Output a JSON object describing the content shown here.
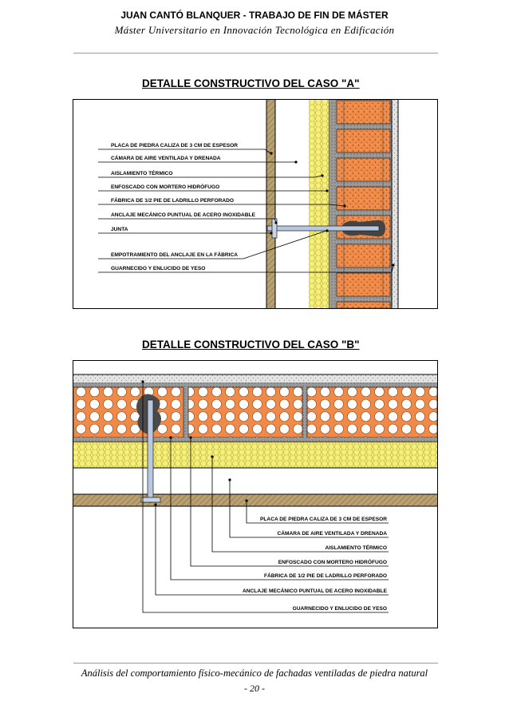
{
  "header": {
    "title": "JUAN CANTÓ BLANQUER - TRABAJO DE FIN DE MÁSTER",
    "subtitle": "Máster Universitario en Innovación Tecnológica en Edificación"
  },
  "detail_a": {
    "title": "DETALLE CONSTRUCTIVO DEL CASO \"A\"",
    "labels": [
      "PLACA DE PIEDRA CALIZA DE 3 CM DE ESPESOR",
      "CÁMARA DE AIRE VENTILADA Y DRENADA",
      "AISLAMIENTO TÉRMICO",
      "ENFOSCADO CON MORTERO HIDRÓFUGO",
      "FÁBRICA DE 1/2 PIE DE LADRILLO PERFORADO",
      "ANCLAJE MECÁNICO PUNTUAL DE ACERO INOXIDABLE",
      "JUNTA",
      "EMPOTRAMIENTO DEL ANCLAJE EN LA FÁBRICA",
      "GUARNECIDO Y ENLUCIDO DE YESO"
    ]
  },
  "detail_b": {
    "title": "DETALLE CONSTRUCTIVO DEL CASO \"B\"",
    "labels": [
      "PLACA DE PIEDRA CALIZA DE 3 CM DE ESPESOR",
      "CÁMARA DE AIRE VENTILADA Y DRENADA",
      "AISLAMIENTO TÉRMICO",
      "ENFOSCADO CON MORTERO HIDRÓFUGO",
      "FÁBRICA DE 1/2 PIE DE LADRILLO PERFORADO",
      "ANCLAJE MECÁNICO PUNTUAL DE ACERO INOXIDABLE",
      "GUARNECIDO Y ENLUCIDO DE YESO"
    ]
  },
  "footer": {
    "text": "Análisis del comportamiento físico-mecánico de fachadas ventiladas de piedra natural",
    "page": "- 20 -"
  },
  "colors": {
    "brick": "#f08a48",
    "mortar": "#8a8a8a",
    "insulation": "#f6f07a",
    "stone": "#b8a070",
    "plaster": "#e2e2e2"
  }
}
